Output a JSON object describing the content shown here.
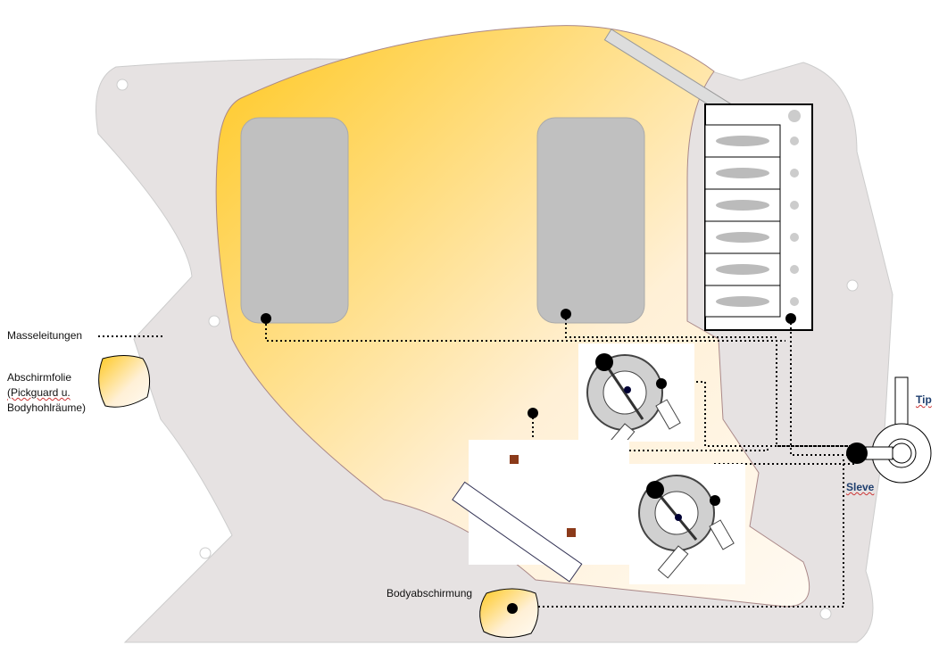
{
  "legend": {
    "ground_wires": "Masseleitungen",
    "shielding_foil_line1": "Abschirmfolie",
    "shielding_foil_line2": "(Pickguard u.",
    "shielding_foil_line3": "Bodyhohlräume)"
  },
  "labels": {
    "body_shielding": "Bodyabschirmung",
    "tip": "Tip",
    "sleeve": "Sleve"
  },
  "colors": {
    "foil_start": "#ffc820",
    "foil_end": "#fffaf0",
    "pickup": "#c0c0c0",
    "ground": "#000000"
  }
}
